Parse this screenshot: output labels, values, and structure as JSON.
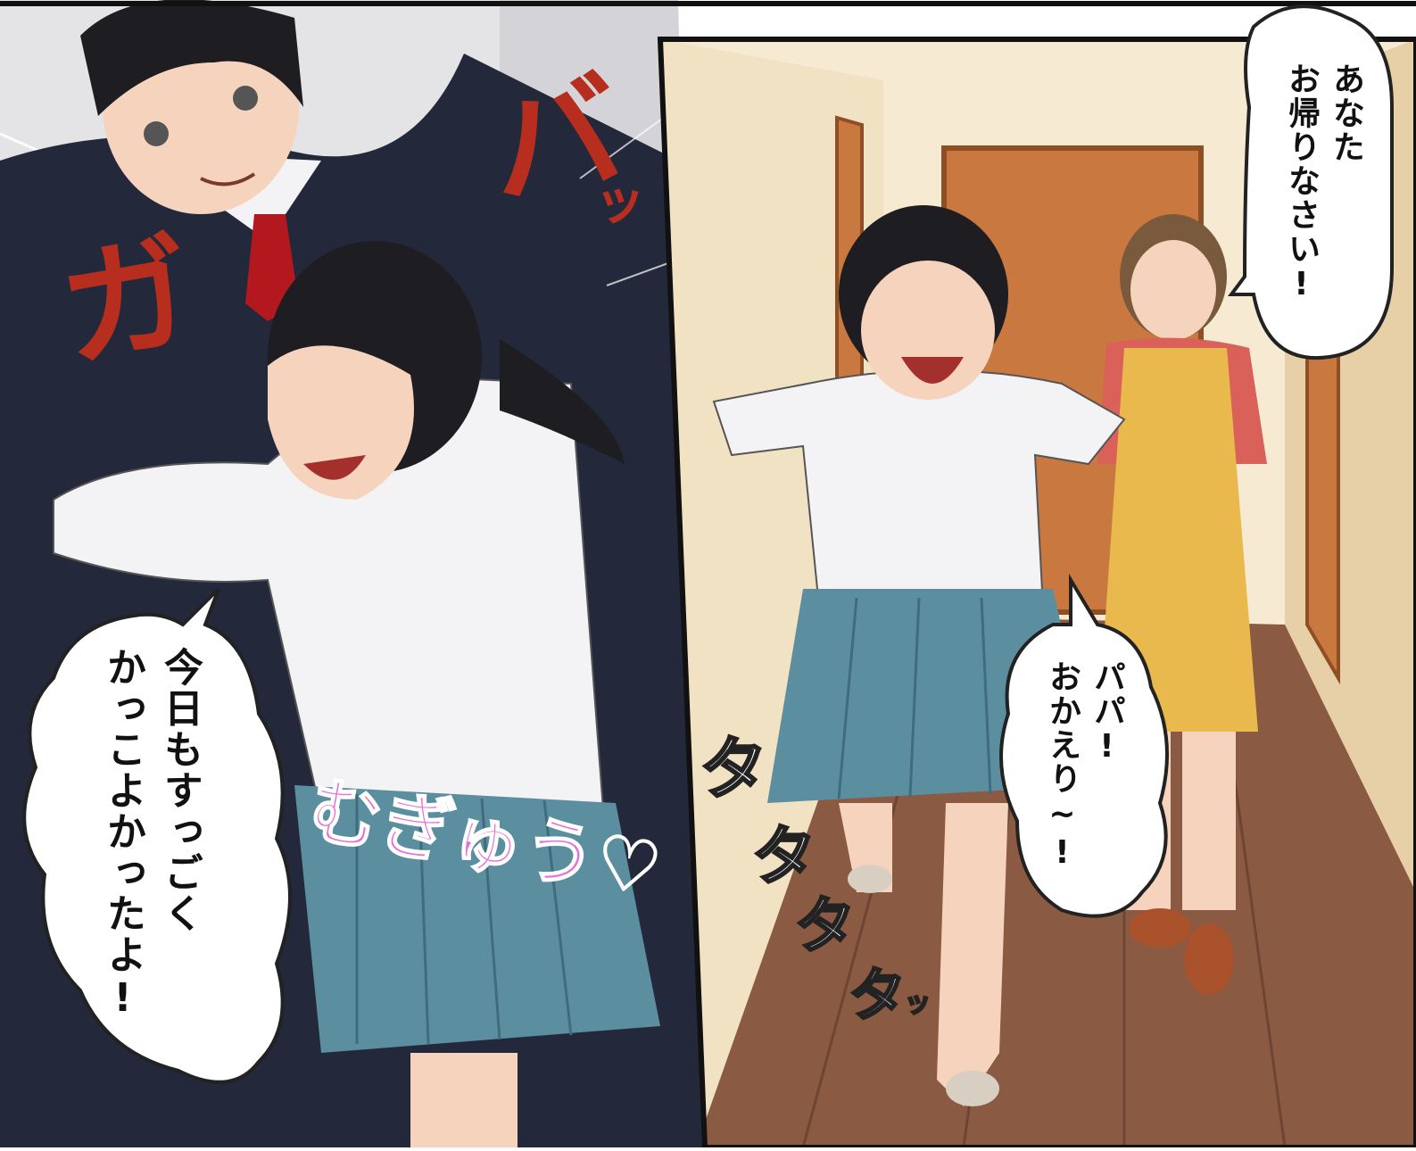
{
  "panels": {
    "left": {
      "speech_bubble": {
        "lines": [
          "今日もすっごく",
          "かっこよかったよ!"
        ]
      },
      "sfx_gaba_1": "ガ",
      "sfx_gaba_2": "バ",
      "sfx_small": "ッ",
      "sfx_hug": "むぎゅう♡"
    },
    "right": {
      "bubble_mother": {
        "lines": [
          "あなた",
          "お帰りなさい!"
        ]
      },
      "bubble_daughter": {
        "lines": [
          "パパ!",
          "おかえり~!"
        ]
      },
      "sfx_running": [
        "タ",
        "タ",
        "タ",
        "タ"
      ],
      "sfx_running_tail": "ッ"
    }
  },
  "colors": {
    "suit": "#23283a",
    "blouse": "#f3f3f6",
    "skirt": "#5b8fa0",
    "hair": "#1e1e22",
    "tie": "#b3181e",
    "apron": "#e9b94e",
    "mother_top": "#d9615a",
    "floor": "#8a5a43",
    "door": "#c9793f",
    "wall": "#f6ead3",
    "sfx_red": "#b72e1e",
    "sfx_pink": "#e96ad9"
  }
}
